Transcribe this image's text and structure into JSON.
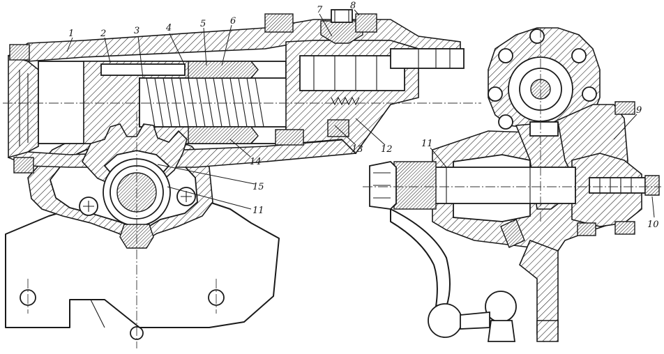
{
  "figure": {
    "callouts": [
      {
        "id": "c1",
        "text": "1"
      },
      {
        "id": "c2",
        "text": "2"
      },
      {
        "id": "c3",
        "text": "3"
      },
      {
        "id": "c4",
        "text": "4"
      },
      {
        "id": "c5",
        "text": "5"
      },
      {
        "id": "c6",
        "text": "6"
      },
      {
        "id": "c7",
        "text": "7"
      },
      {
        "id": "c8",
        "text": "8"
      },
      {
        "id": "c9",
        "text": "9"
      },
      {
        "id": "c10",
        "text": "10"
      },
      {
        "id": "c11a",
        "text": "11"
      },
      {
        "id": "c11b",
        "text": "11"
      },
      {
        "id": "c12",
        "text": "12"
      },
      {
        "id": "c13",
        "text": "13"
      },
      {
        "id": "c14",
        "text": "14"
      },
      {
        "id": "c15",
        "text": "15"
      }
    ]
  }
}
